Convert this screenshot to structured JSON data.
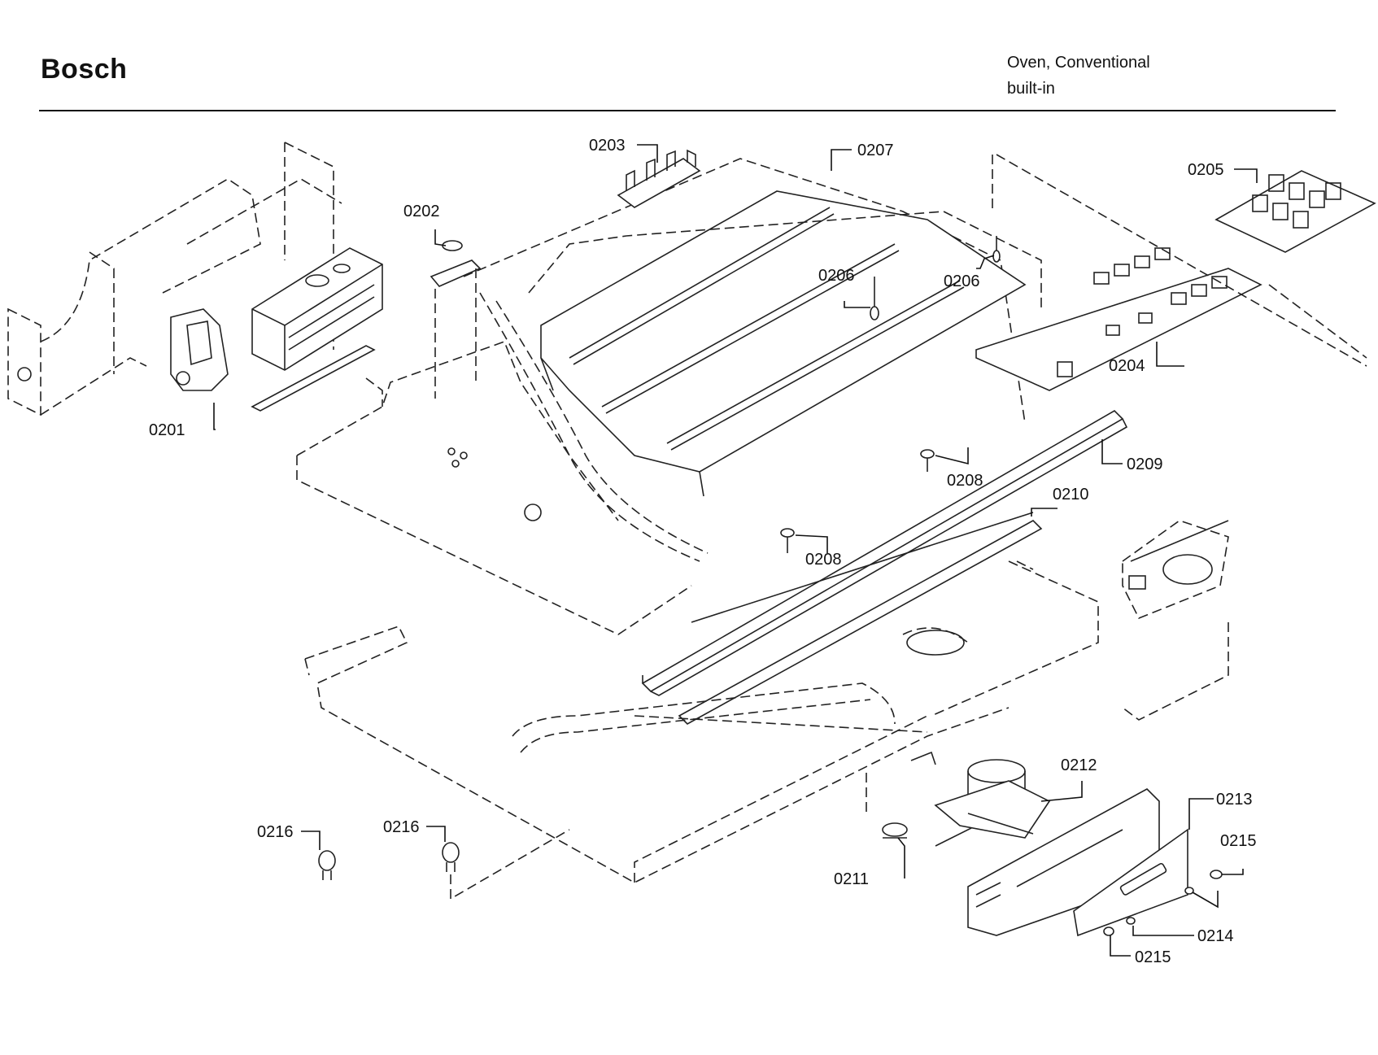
{
  "header": {
    "brand": "Bosch",
    "product_line1": "Oven, Conventional",
    "product_line2": "built-in"
  },
  "callouts": {
    "p0201": "0201",
    "p0202": "0202",
    "p0203": "0203",
    "p0204": "0204",
    "p0205": "0205",
    "p0206a": "0206",
    "p0206b": "0206",
    "p0207": "0207",
    "p0208a": "0208",
    "p0208b": "0208",
    "p0209": "0209",
    "p0210": "0210",
    "p0211": "0211",
    "p0212": "0212",
    "p0213": "0213",
    "p0214": "0214",
    "p0215a": "0215",
    "p0215b": "0215",
    "p0216a": "0216",
    "p0216b": "0216"
  }
}
